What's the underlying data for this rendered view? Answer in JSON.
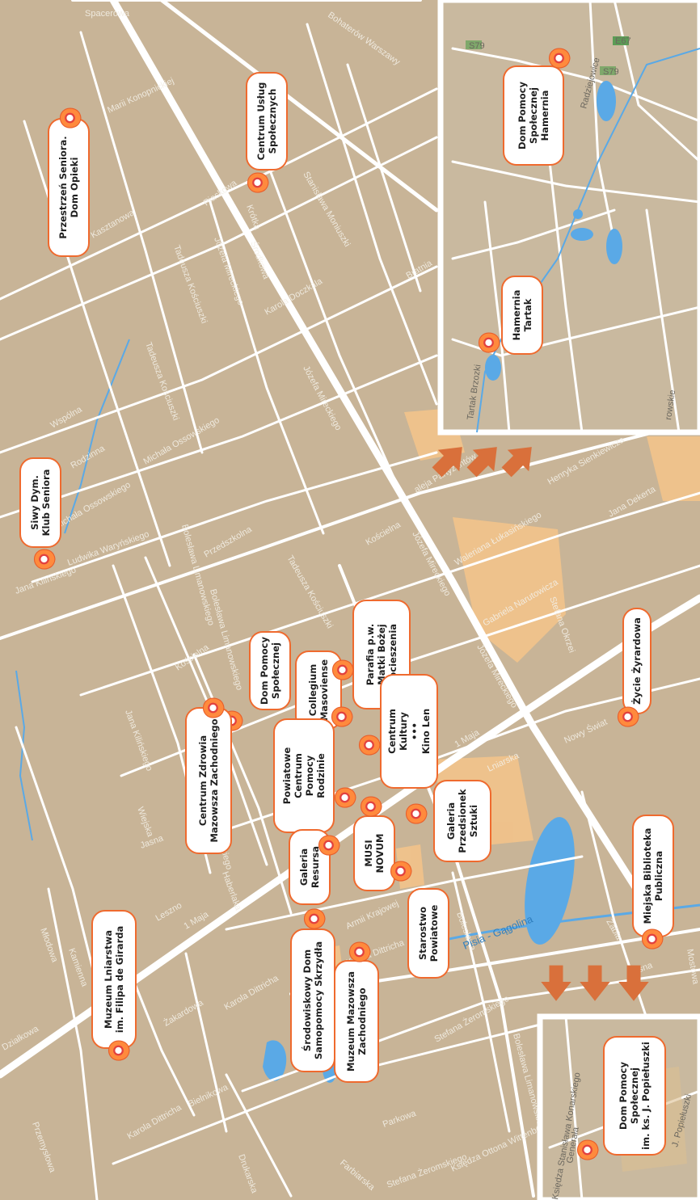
{
  "streets": {
    "spacerowa": "Spacerowa",
    "marii_konopnickiej": "Marii Konopnickiej",
    "bohaterow_warszawy": "Bohaterów Warszawy",
    "kasztanowa": "Kasztanowa",
    "piaskowa": "Piaskowa",
    "krotka": "Krótka",
    "srodkowa": "Środkowa",
    "stanislawa_moniuszki": "Stanisława Moniuszki",
    "karola_doczkala": "Karola Doczkala",
    "bratnia": "Bratnia",
    "jozefa_mireckiego": "Józefa Mireckiego",
    "tadeusza_kosciuszki": "Tadeusza Kościuszki",
    "wspolna": "Wspólna",
    "rodzinna": "Rodzinna",
    "michala_ossowskiego": "Michała Ossowskiego",
    "przedszkolna": "Przedszkolna",
    "boleslawa_limanowskiego": "Bolesława Limanowskiego",
    "aleja_partyzantow": "aleja Partyzantów",
    "koscielna": "Kościelna",
    "waleriana_lukasinskiego": "Waleriana Łukasińskiego",
    "henryka_sienkiewicza": "Henryka Sienkiewicza",
    "jana_dekerta": "Jana Dekerta",
    "gabriela_narutowicza": "Gabriela Narutowicza",
    "stefana_okrzei": "Stefana Okrzei",
    "ludwika_waryriskiego": "Ludwika Waryńskiego",
    "jana_kilinskiego": "Jana Kilińskiego",
    "lniarska": "Lniarska",
    "nowy_swiat": "Nowy Świat",
    "jeden_maja": "1 Maja",
    "armii_krajowej": "Armii Krajowej",
    "karola_dittricha": "Karola Dittricha",
    "stefana_zeromskiego": "Stefana Żeromskiego",
    "zakardowa": "Żakardowa",
    "bielnikowa": "Bielnikowa",
    "mlodowa": "Młodowa",
    "kaminna": "Kamienna",
    "wiejska": "Wiejska",
    "jasna": "Jasna",
    "haberlaka": "Haberlaka",
    "leszno": "Leszno",
    "parkowa": "Parkowa",
    "farbiarska": "Farbiarska",
    "drukarska": "Drukarska",
    "przemyslowa": "Przemysłowa",
    "dzialkowa": "Działkowa",
    "ksiedza_ottona": "Księdza Ottona Wittenberga",
    "zabia": "Żabia",
    "mostowa": "Mostowa",
    "boleslawa": "Bolesława",
    "rosna": "Rosna",
    "tartak_brzozki": "Tartak Brzozki",
    "radziejowice": "Radziejowice",
    "s79": "S79",
    "e67": "E67",
    "generala": "Generała",
    "j_popieluszki": "J. Popiełuszki",
    "ksiedza_stanislawa_konarskiego": "Księdza Stanisława Konarskiego",
    "rowskie": "rowskie"
  },
  "water": {
    "pisia_gagolina": "Pisia - Gągolina"
  },
  "pois": [
    {
      "id": "przestrzen_seniora",
      "line1": "Przestrzeń Seniora.",
      "line2": "Dom Opieki",
      "line3": ""
    },
    {
      "id": "centrum_uslug",
      "line1": "Centrum Usług",
      "line2": "Społecznych",
      "line3": ""
    },
    {
      "id": "siwy_dym",
      "line1": "Siwy Dym.",
      "line2": "Klub Seniora",
      "line3": ""
    },
    {
      "id": "dom_pomocy_1",
      "line1": "Dom Pomocy",
      "line2": "Społecznej",
      "line3": ""
    },
    {
      "id": "centrum_zdrowia",
      "line1": "Centrum Zdrowia",
      "line2": "Mazowsza Zachodniego",
      "line3": ""
    },
    {
      "id": "collegium",
      "line1": "Collegium",
      "line2": "Masoviense",
      "line3": ""
    },
    {
      "id": "parafia",
      "line1": "Parafia p.w.",
      "line2": "Matki Bożej",
      "line3": "Pocieszenia"
    },
    {
      "id": "centrum_kultury",
      "line1": "Centrum",
      "line2": "Kultury",
      "line3": "•••"
    },
    {
      "id": "zycie_zyrardowa",
      "line1": "Życie Żyrardowa",
      "line2": "",
      "line3": ""
    },
    {
      "id": "pcpr",
      "line1": "Powiatowe",
      "line2": "Centrum",
      "line3": "Pomocy"
    },
    {
      "id": "galeria_resursa",
      "line1": "Galeria",
      "line2": "Resursa",
      "line3": ""
    },
    {
      "id": "musi_novum",
      "line1": "MUSI",
      "line2": "NOVUM",
      "line3": ""
    },
    {
      "id": "galeria_przedsionek",
      "line1": "Galeria",
      "line2": "Przedsionek",
      "line3": "Sztuki"
    },
    {
      "id": "starostwo",
      "line1": "Starostwo",
      "line2": "Powiatowe",
      "line3": ""
    },
    {
      "id": "muzeum_lniarstwa",
      "line1": "Muzeum Lniarstwa",
      "line2": "im. Filipa de Girarda",
      "line3": ""
    },
    {
      "id": "srodowiskowy",
      "line1": "Środowiskowy Dom",
      "line2": "Samopomocy Skrzydła",
      "line3": ""
    },
    {
      "id": "muzeum_mazowsza",
      "line1": "Muzeum Mazowsza",
      "line2": "Zachodniego",
      "line3": ""
    },
    {
      "id": "biblioteka",
      "line1": "Miejska Biblioteka",
      "line2": "Publiczna",
      "line3": ""
    },
    {
      "id": "dom_hamernia",
      "line1": "Dom Pomocy",
      "line2": "Społecznej",
      "line3": "Hamernia"
    },
    {
      "id": "hamernia_tartak",
      "line1": "Hamernia",
      "line2": "Tartak",
      "line3": ""
    },
    {
      "id": "dom_popieluszki",
      "line1": "Dom Pomocy",
      "line2": "Społecznej",
      "line3": "im. ks. J. Popiełuszki"
    }
  ],
  "extra": {
    "kino_len": "Kino Len",
    "rodzinie": "Rodzinie"
  },
  "colors": {
    "land": "#c8b497",
    "road": "#ffffff",
    "water": "#5aa9e6",
    "highlight": "#f5c489",
    "arrow": "#d9703b",
    "pin": "#ff8a3d",
    "pin_inner": "#e2413f"
  },
  "icons": [
    "map-pin-icon",
    "arrow-icon"
  ]
}
